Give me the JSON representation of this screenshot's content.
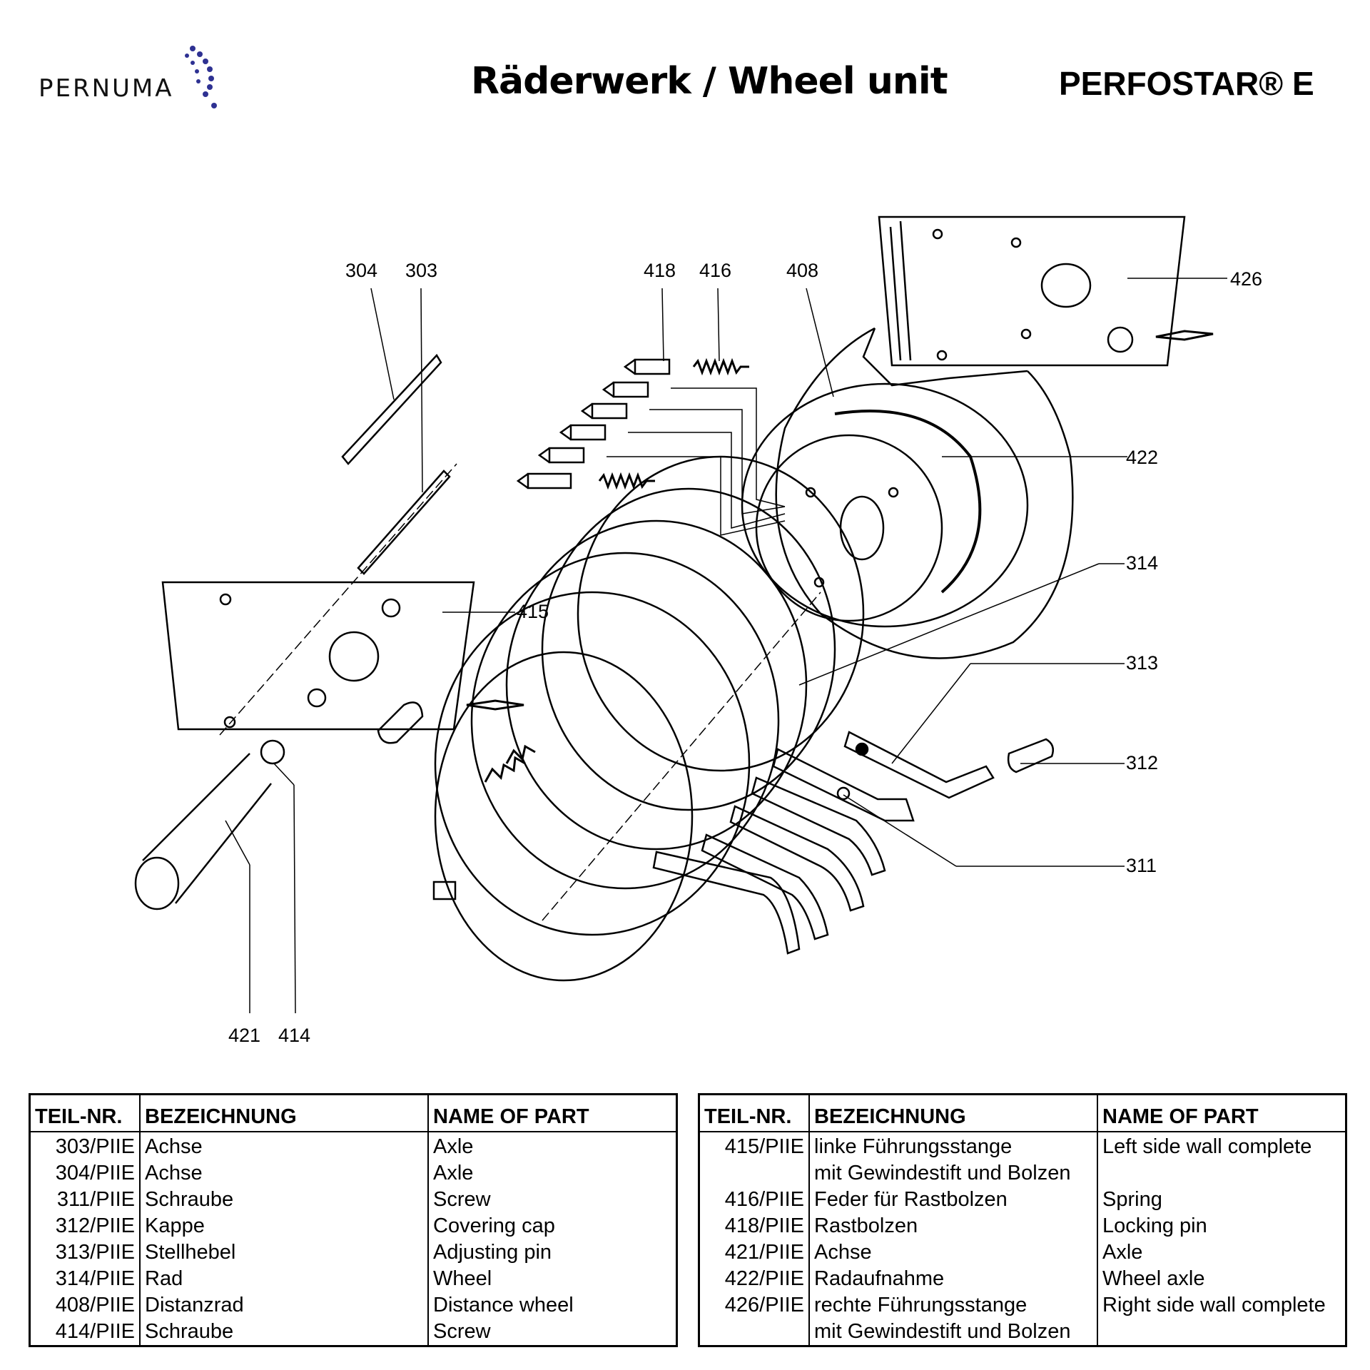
{
  "header": {
    "logo_text": "PERNUMA",
    "title": "Räderwerk / Wheel unit",
    "product": "PERFOSTAR® E",
    "brand_color": "#2e3192"
  },
  "callouts": [
    "304",
    "303",
    "418",
    "416",
    "408",
    "426",
    "422",
    "314",
    "415",
    "313",
    "312",
    "311",
    "421",
    "414"
  ],
  "tables": [
    {
      "headers": [
        "TEIL-NR.",
        "BEZEICHNUNG",
        "NAME OF PART"
      ],
      "rows": [
        [
          "303/PIIE",
          "Achse",
          "Axle"
        ],
        [
          "304/PIIE",
          "Achse",
          "Axle"
        ],
        [
          "311/PIIE",
          "Schraube",
          "Screw"
        ],
        [
          "312/PIIE",
          "Kappe",
          "Covering cap"
        ],
        [
          "313/PIIE",
          "Stellhebel",
          "Adjusting pin"
        ],
        [
          "314/PIIE",
          "Rad",
          "Wheel"
        ],
        [
          "408/PIIE",
          "Distanzrad",
          "Distance wheel"
        ],
        [
          "414/PIIE",
          "Schraube",
          "Screw"
        ]
      ]
    },
    {
      "headers": [
        "TEIL-NR.",
        "BEZEICHNUNG",
        "NAME OF PART"
      ],
      "rows": [
        [
          "415/PIIE",
          "linke Führungsstange",
          "Left side wall complete"
        ],
        [
          "",
          "mit Gewindestift und Bolzen",
          ""
        ],
        [
          "416/PIIE",
          "Feder für Rastbolzen",
          "Spring"
        ],
        [
          "418/PIIE",
          "Rastbolzen",
          "Locking pin"
        ],
        [
          "421/PIIE",
          "Achse",
          "Axle"
        ],
        [
          "422/PIIE",
          "Radaufnahme",
          "Wheel axle"
        ],
        [
          "426/PIIE",
          "rechte Führungsstange",
          "Right side wall complete"
        ],
        [
          "",
          "mit Gewindestift und Bolzen",
          ""
        ]
      ]
    }
  ]
}
